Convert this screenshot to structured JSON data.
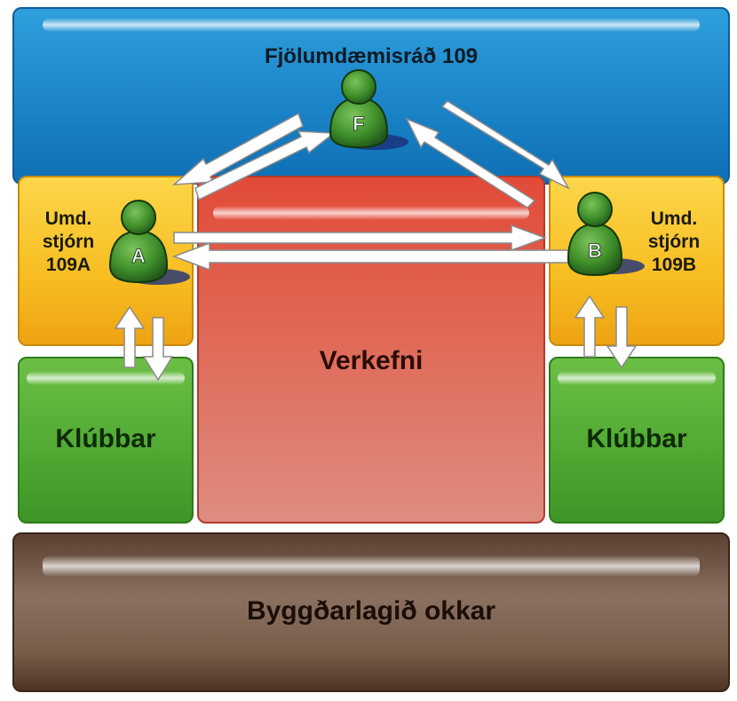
{
  "council": {
    "title": "Fjölumdæmisráð 109",
    "person_letter": "F"
  },
  "district_a": {
    "line1": "Umd.",
    "line2": "stjórn",
    "line3": "109A",
    "person_letter": "A"
  },
  "district_b": {
    "line1": "Umd.",
    "line2": "stjórn",
    "line3": "109B",
    "person_letter": "B"
  },
  "projects": {
    "label": "Verkefni"
  },
  "clubs_a": {
    "label": "Klúbbar"
  },
  "clubs_b": {
    "label": "Klúbbar"
  },
  "community": {
    "label": "Byggðarlagið okkar"
  },
  "icons": [
    "person-icon",
    "arrow-icon"
  ],
  "colors": {
    "council": "#1b84c8",
    "district": "#f7bd21",
    "projects": "#e05a48",
    "clubs": "#4fa832",
    "community": "#7a5e4c",
    "person": "#3f8f2a",
    "arrow": "#ffffff"
  }
}
